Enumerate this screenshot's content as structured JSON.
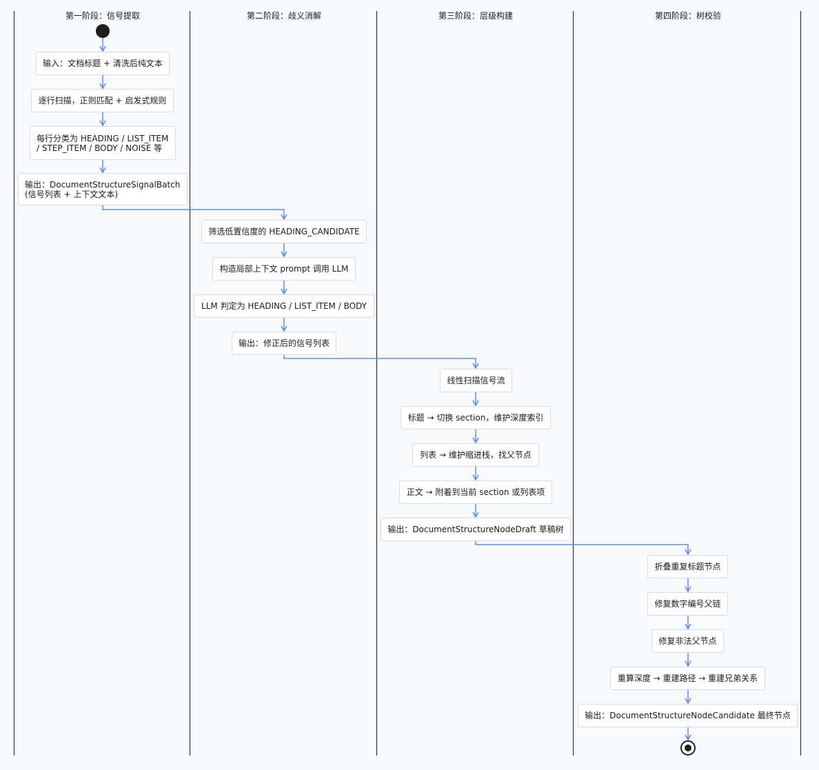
{
  "lanes": [
    {
      "title": "第一阶段：信号提取"
    },
    {
      "title": "第二阶段：歧义消解"
    },
    {
      "title": "第三阶段：层级构建"
    },
    {
      "title": "第四阶段：树校验"
    }
  ],
  "nodes": {
    "s1_input": "输入：文档标题 + 清洗后纯文本",
    "s1_scan": "逐行扫描，正则匹配 + 启发式规则",
    "s1_classify": "每行分类为 HEADING / LIST_ITEM\n/ STEP_ITEM / BODY / NOISE 等",
    "s1_output": "输出：DocumentStructureSignalBatch\n(信号列表 + 上下文文本)",
    "s2_filter": "筛选低置信度的 HEADING_CANDIDATE",
    "s2_prompt": "构造局部上下文 prompt 调用 LLM",
    "s2_judge": "LLM 判定为 HEADING / LIST_ITEM / BODY",
    "s2_output": "输出：修正后的信号列表",
    "s3_scan": "线性扫描信号流",
    "s3_heading": "标题 → 切换 section，维护深度索引",
    "s3_list": "列表 → 维护缩进栈，找父节点",
    "s3_body": "正文 → 附着到当前 section 或列表项",
    "s3_output": "输出：DocumentStructureNodeDraft 草稿树",
    "s4_fold": "折叠重复标题节点",
    "s4_fix_num": "修复数字编号父链",
    "s4_fix_parent": "修复非法父节点",
    "s4_recompute": "重算深度 → 重建路径 → 重建兄弟关系",
    "s4_output": "输出：DocumentStructureNodeCandidate 最终节点"
  },
  "colors": {
    "arrow": "#5b8def",
    "lane_line": "#1b1b1b",
    "node_border": "#d8dbe0",
    "background": "#f8f9fb"
  }
}
